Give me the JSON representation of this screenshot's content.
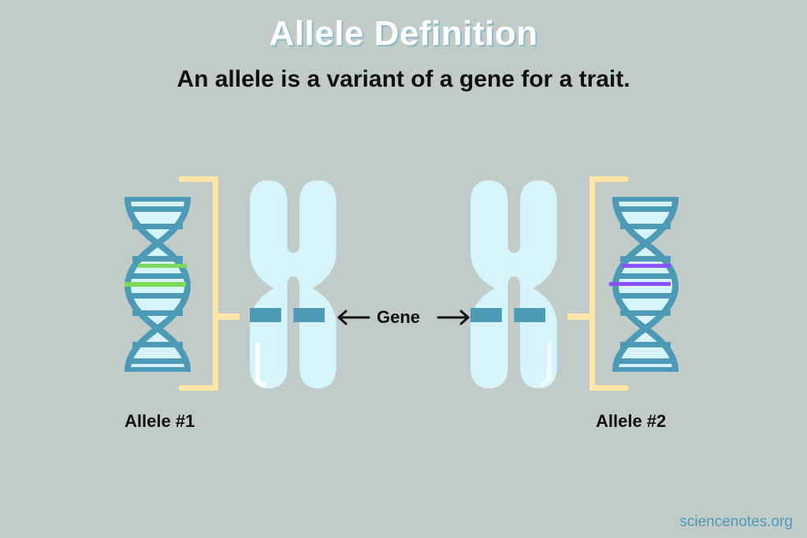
{
  "header": {
    "title": "Allele Definition",
    "subtitle": "An allele is a variant of a gene for a trait."
  },
  "diagram": {
    "gene_label": "Gene",
    "left": {
      "label": "Allele #1",
      "variant_color": "#7ed957"
    },
    "right": {
      "label": "Allele #2",
      "variant_color": "#8c52ff"
    },
    "colors": {
      "background": "#c1cbc7",
      "dna_backbone": "#4d9ab7",
      "dna_fill": "#d6f4fc",
      "chromosome": "#d6f4fc",
      "band": "#4d9ab7",
      "bracket": "#ffe6a6"
    }
  },
  "footer": {
    "watermark": "sciencenotes.org"
  }
}
